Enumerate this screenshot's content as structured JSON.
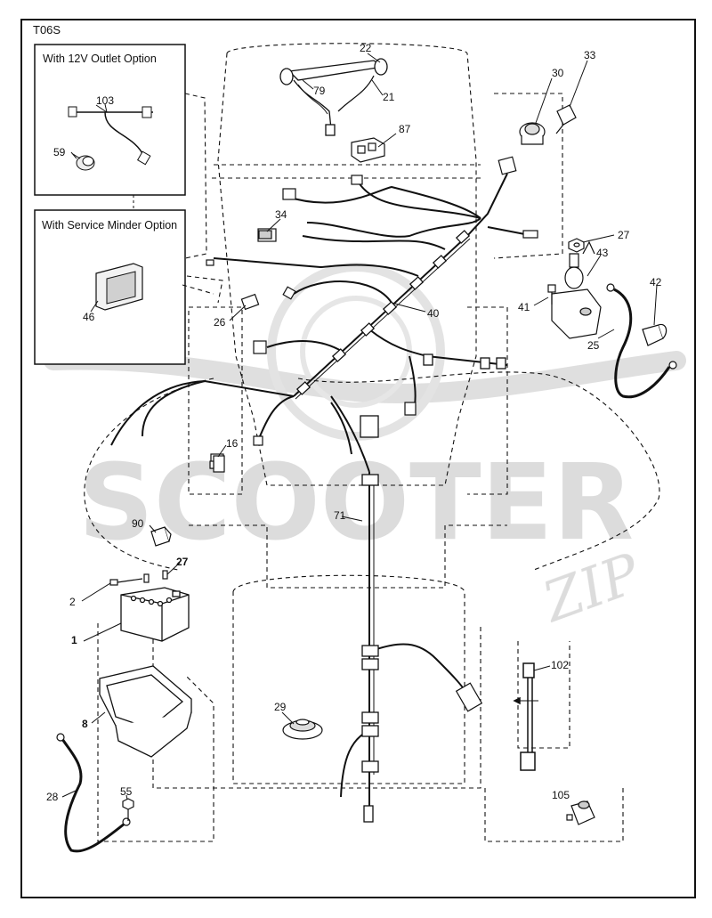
{
  "diagram_code": "T06S",
  "options": {
    "outlet_title": "With 12V Outlet Option",
    "minder_title": "With Service Minder Option"
  },
  "callouts": {
    "c1": "1",
    "c2": "2",
    "c8": "8",
    "c16": "16",
    "c21": "21",
    "c22": "22",
    "c25": "25",
    "c26": "26",
    "c27a": "27",
    "c27b": "27",
    "c28": "28",
    "c29": "29",
    "c30": "30",
    "c33": "33",
    "c34": "34",
    "c40": "40",
    "c41": "41",
    "c42": "42",
    "c43": "43",
    "c46": "46",
    "c55": "55",
    "c59": "59",
    "c71": "71",
    "c79": "79",
    "c87": "87",
    "c90": "90",
    "c102": "102",
    "c103": "103",
    "c105": "105"
  },
  "watermark": {
    "text": "SCOOTER",
    "script": "ZIP"
  },
  "colors": {
    "line": "#111111",
    "watermark": "#d7d7d7",
    "background": "#ffffff"
  }
}
